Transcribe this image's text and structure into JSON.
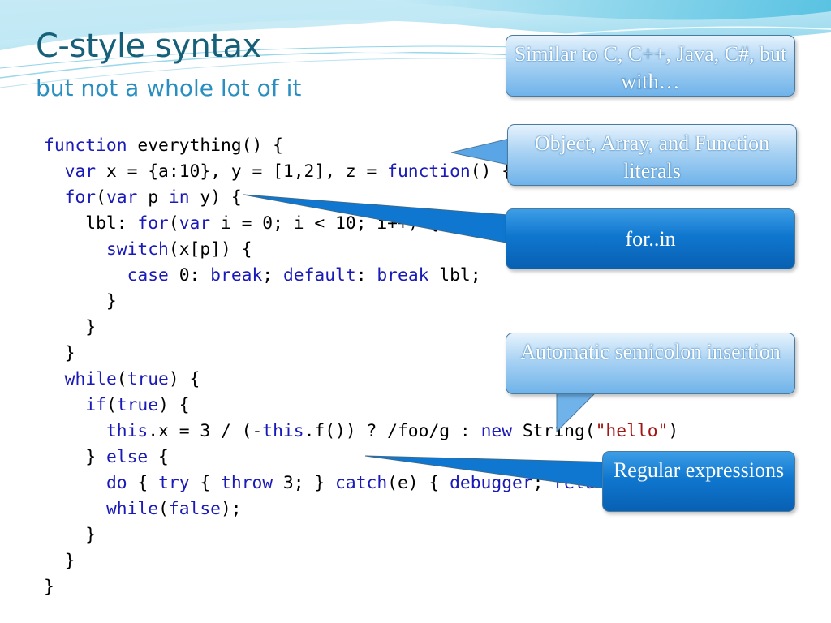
{
  "slide": {
    "title": "C-style syntax",
    "subtitle": "but not a whole lot of it"
  },
  "code_lines": [
    [
      {
        "t": "function",
        "c": "kw"
      },
      {
        "t": " everything() {"
      }
    ],
    [
      {
        "t": "  "
      },
      {
        "t": "var",
        "c": "kw"
      },
      {
        "t": " x = {a:10}, y = [1,2], z = "
      },
      {
        "t": "function",
        "c": "kw"
      },
      {
        "t": "() {"
      }
    ],
    [
      {
        "t": "  "
      },
      {
        "t": "for",
        "c": "kw"
      },
      {
        "t": "("
      },
      {
        "t": "var",
        "c": "kw"
      },
      {
        "t": " p "
      },
      {
        "t": "in",
        "c": "kw"
      },
      {
        "t": " y) {"
      }
    ],
    [
      {
        "t": "    lbl: "
      },
      {
        "t": "for",
        "c": "kw"
      },
      {
        "t": "("
      },
      {
        "t": "var",
        "c": "kw"
      },
      {
        "t": " i = 0; i < 10; i++) {"
      }
    ],
    [
      {
        "t": "      "
      },
      {
        "t": "switch",
        "c": "kw"
      },
      {
        "t": "(x[p]) {"
      }
    ],
    [
      {
        "t": "        "
      },
      {
        "t": "case",
        "c": "kw"
      },
      {
        "t": " 0: "
      },
      {
        "t": "break",
        "c": "kw"
      },
      {
        "t": "; "
      },
      {
        "t": "default",
        "c": "kw"
      },
      {
        "t": ": "
      },
      {
        "t": "break",
        "c": "kw"
      },
      {
        "t": " lbl;"
      }
    ],
    [
      {
        "t": "      }"
      }
    ],
    [
      {
        "t": "    }"
      }
    ],
    [
      {
        "t": "  }"
      }
    ],
    [
      {
        "t": "  "
      },
      {
        "t": "while",
        "c": "kw"
      },
      {
        "t": "("
      },
      {
        "t": "true",
        "c": "kw"
      },
      {
        "t": ") {"
      }
    ],
    [
      {
        "t": "    "
      },
      {
        "t": "if",
        "c": "kw"
      },
      {
        "t": "("
      },
      {
        "t": "true",
        "c": "kw"
      },
      {
        "t": ") {"
      }
    ],
    [
      {
        "t": "      "
      },
      {
        "t": "this",
        "c": "kw"
      },
      {
        "t": ".x = 3 / (-"
      },
      {
        "t": "this",
        "c": "kw"
      },
      {
        "t": ".f()) ? /foo/g : "
      },
      {
        "t": "new",
        "c": "kw"
      },
      {
        "t": " String("
      },
      {
        "t": "\"hello\"",
        "c": "str"
      },
      {
        "t": ")"
      }
    ],
    [
      {
        "t": "    } "
      },
      {
        "t": "else",
        "c": "kw"
      },
      {
        "t": " {"
      }
    ],
    [
      {
        "t": "      "
      },
      {
        "t": "do",
        "c": "kw"
      },
      {
        "t": " { "
      },
      {
        "t": "try",
        "c": "kw"
      },
      {
        "t": " { "
      },
      {
        "t": "throw",
        "c": "kw"
      },
      {
        "t": " 3; } "
      },
      {
        "t": "catch",
        "c": "kw"
      },
      {
        "t": "(e) { "
      },
      {
        "t": "debugger",
        "c": "kw"
      },
      {
        "t": "; "
      },
      {
        "t": "return",
        "c": "kw"
      },
      {
        "t": "; } }"
      }
    ],
    [
      {
        "t": "      "
      },
      {
        "t": "while",
        "c": "kw"
      },
      {
        "t": "("
      },
      {
        "t": "false",
        "c": "kw"
      },
      {
        "t": ");"
      }
    ],
    [
      {
        "t": "    }"
      }
    ],
    [
      {
        "t": "  }"
      }
    ],
    [
      {
        "t": "}"
      }
    ]
  ],
  "callouts": {
    "c1": "Similar to C, C++, Java, C#, but with…",
    "c2": "Object, Array, and Function literals",
    "c3": "for..in",
    "c4": "Automatic semicolon insertion",
    "c5": "Regular expressions"
  },
  "colors": {
    "title": "#17607a",
    "subtitle": "#2a8fc0",
    "keyword": "#1a1ab8",
    "string": "#a31515",
    "callout_dark": "#0f77cf",
    "callout_light": "#a9d2f3"
  }
}
